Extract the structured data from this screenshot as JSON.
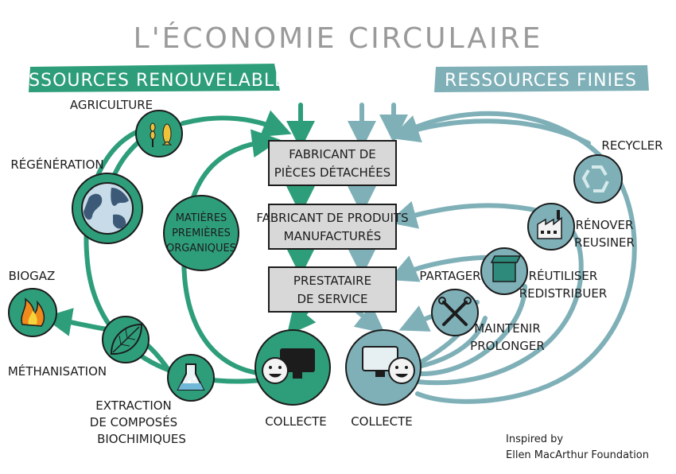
{
  "title": "L'ÉCONOMIE CIRCULAIRE",
  "bands": {
    "left": "RESSOURCES RENOUVELABLES",
    "right": "RESSOURCES FINIES"
  },
  "boxes": {
    "fabricant_pieces": [
      "FABRICANT DE",
      "PIÈCES DÉTACHÉES"
    ],
    "fabricant_produits": [
      "FABRICANT DE PRODUITS",
      "MANUFACTURÉS"
    ],
    "prestataire": [
      "PRESTATAIRE",
      "DE SERVICE"
    ]
  },
  "left_labels": {
    "agriculture": "AGRICULTURE",
    "regeneration": "RÉGÉNÉRATION",
    "biogaz": "BIOGAZ",
    "methanisation": "MÉTHANISATION",
    "extraction": [
      "EXTRACTION",
      "DE COMPOSÉS",
      "BIOCHIMIQUES"
    ],
    "matieres": [
      "MATIÈRES",
      "PREMIÈRES",
      "ORGANIQUES"
    ],
    "collecte_left": "COLLECTE"
  },
  "right_labels": {
    "recycler": "RECYCLER",
    "renover": [
      "RÉNOVER",
      "REUSINER"
    ],
    "reutiliser": [
      "RÉUTILISER",
      "REDISTRIBUER"
    ],
    "partager": "PARTAGER",
    "maintenir": [
      "MAINTENIR",
      "PROLONGER"
    ],
    "collecte_right": "COLLECTE"
  },
  "credit": [
    "Inspired by",
    "Ellen MacArthur Foundation"
  ],
  "colors": {
    "green": "#2e9e7a",
    "green_dark": "#1f7a5c",
    "blue": "#7fb0b8",
    "blue_light": "#b9d4d8",
    "gray_box": "#d8d8d8",
    "title": "#9a9a9a"
  }
}
